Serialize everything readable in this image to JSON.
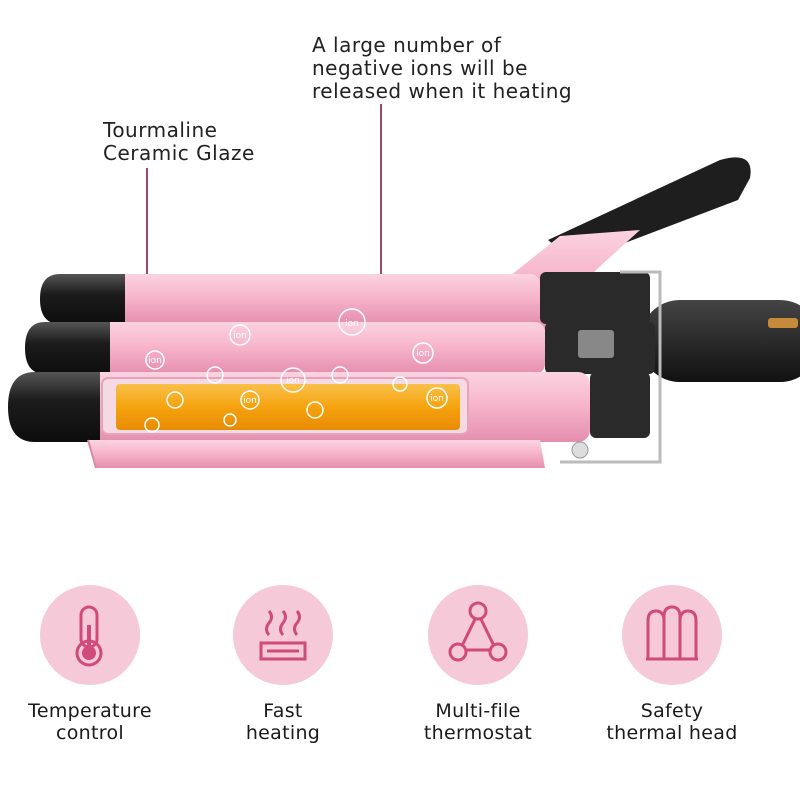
{
  "callouts": {
    "ions": "A large number of\nnegative ions will be\nreleased when it heating",
    "glaze": "Tourmaline\nCeramic Glaze"
  },
  "ion_label": "ion",
  "colors": {
    "barrel_pink": "#f7b6cc",
    "barrel_end": "#1c1c1c",
    "heat_orange": "#f5a30e",
    "icon_bg": "#f6c9d8",
    "icon_stroke": "#d04a7a",
    "leader": "#9a4a70"
  },
  "features": [
    {
      "icon": "thermometer-icon",
      "label": "Temperature\ncontrol"
    },
    {
      "icon": "heating-icon",
      "label": "Fast\nheating"
    },
    {
      "icon": "triangle-nodes-icon",
      "label": "Multi-file\nthermostat"
    },
    {
      "icon": "thermal-head-icon",
      "label": "Safety\nthermal head"
    }
  ]
}
